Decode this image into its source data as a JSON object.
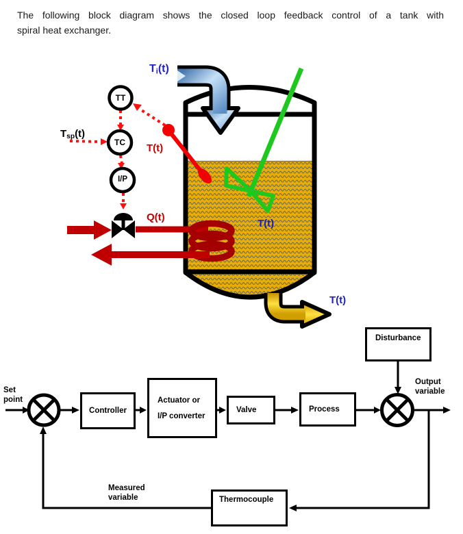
{
  "title": {
    "line1": "The following block diagram shows the closed loop feedback control of a tank with",
    "line2": "spiral heat exchanger."
  },
  "tank_diagram": {
    "instruments": {
      "transmitter": "TT",
      "controller": "TC",
      "converter": "I/P"
    },
    "labels": {
      "inlet_temp": {
        "base": "T",
        "sub": "i",
        "rest": "(t)"
      },
      "setpoint_temp": {
        "base": "T",
        "sub": "sp",
        "rest": "(t)"
      },
      "sensor_temp": "T(t)",
      "flow": "Q(t)",
      "tank_temp": "T(t)",
      "outlet_temp": "T(t)"
    }
  },
  "block_diagram": {
    "set_point": {
      "line1": "Set",
      "line2": "point"
    },
    "controller_label": "Controller",
    "actuator": {
      "line1": "Actuator or",
      "line2": "I/P converter"
    },
    "valve_label": "Valve",
    "process_label": "Process",
    "disturbance_label": "Disturbance",
    "output_variable": {
      "line1": "Output",
      "line2": "variable"
    },
    "measured_variable": {
      "line1": "Measured",
      "line2": "variable"
    },
    "thermocouple_label": "Thermocouple"
  },
  "colors": {
    "flow_dark_red": "#c00000",
    "coil_red": "#a50000",
    "signal_red": "#ff0000",
    "stirrer_green": "#1fc81f",
    "label_blue": "#2121c8",
    "liquid_gold": "#e9ad08"
  }
}
